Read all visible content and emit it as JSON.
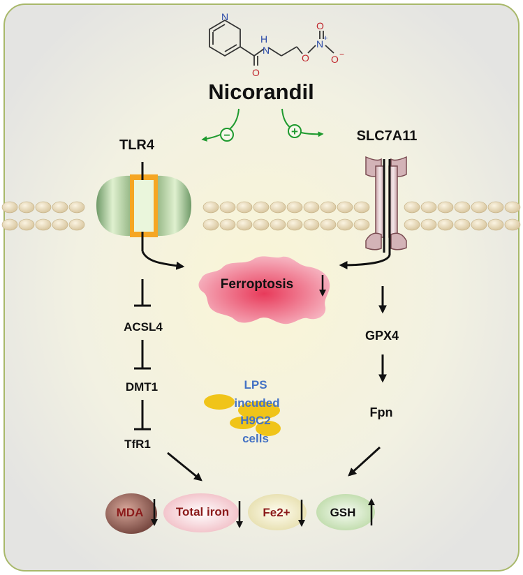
{
  "drug": {
    "name": "Nicorandil",
    "atoms": {
      "n_ring": "N",
      "nh": "H",
      "n_amide": "N",
      "o_carbonyl": "O",
      "o_ether": "O",
      "n_nitro": "N",
      "plus": "+",
      "o_top": "O",
      "o_right": "O",
      "minus": "−"
    }
  },
  "targets": {
    "left": "TLR4",
    "right": "SLC7A11",
    "left_effect": "−",
    "right_effect": "+"
  },
  "central": {
    "label": "Ferroptosis",
    "trend": "down"
  },
  "left_pathway": [
    "ACSL4",
    "DMT1",
    "TfR1"
  ],
  "right_pathway": [
    "GPX4",
    "Fpn"
  ],
  "cells": {
    "line1": "LPS",
    "line2": "incuded",
    "line3": "H9C2",
    "line4": "cells"
  },
  "markers": [
    {
      "label": "MDA",
      "trend": "down"
    },
    {
      "label": "Total iron",
      "trend": "down"
    },
    {
      "label": "Fe2+",
      "trend": "down"
    },
    {
      "label": "GSH",
      "trend": "up"
    }
  ],
  "colors": {
    "inhibit_green": "#1e9a2e",
    "marker_text": "#8b1a1a",
    "cell_label": "#4472c4",
    "ferroptosis": "#e8637a"
  }
}
